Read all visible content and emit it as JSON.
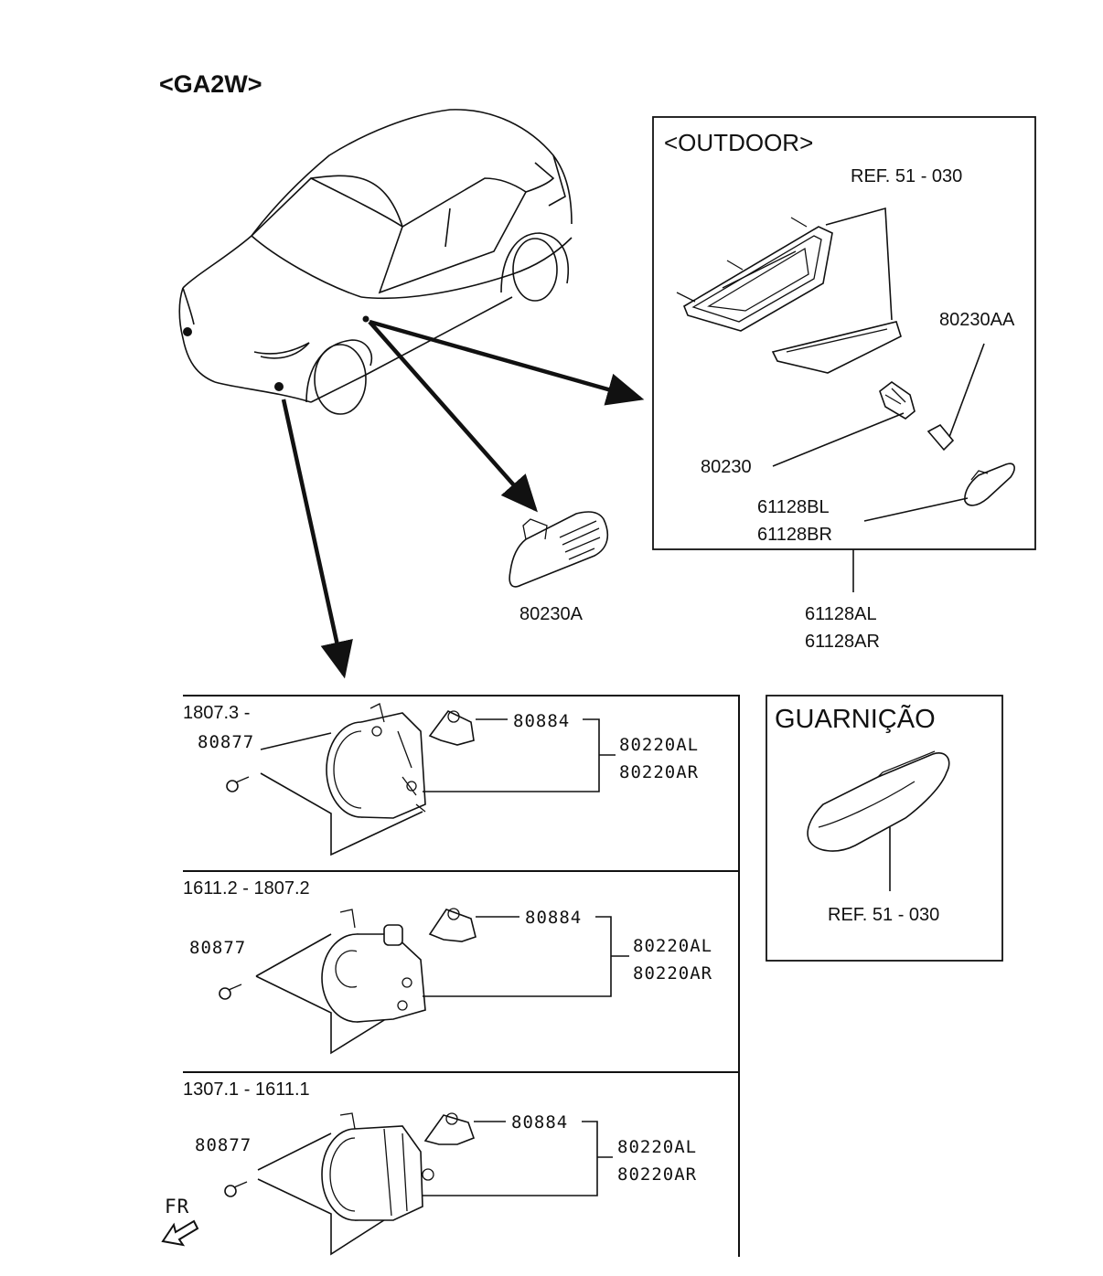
{
  "model_label": "<GA2W>",
  "outdoor": {
    "title": "<OUTDOOR>",
    "ref": "REF. 51 - 030",
    "bulb_socket": "80230AA",
    "bulb": "80230",
    "lens_l": "61128BL",
    "lens_r": "61128BR"
  },
  "side_marker": {
    "part": "80230A"
  },
  "assembly": {
    "left": "61128AL",
    "right": "61128AR"
  },
  "trim": {
    "title": "GUARNIÇÃO",
    "ref": "REF. 51 - 030"
  },
  "fog_sections": [
    {
      "range": "1807.3 -",
      "screw": "80877",
      "bulb": "80884",
      "lamp_l": "80220AL",
      "lamp_r": "80220AR"
    },
    {
      "range": "1611.2 - 1807.2",
      "screw": "80877",
      "bulb": "80884",
      "lamp_l": "80220AL",
      "lamp_r": "80220AR"
    },
    {
      "range": "1307.1 - 1611.1",
      "screw": "80877",
      "bulb": "80884",
      "lamp_l": "80220AL",
      "lamp_r": "80220AR"
    }
  ],
  "fr_label": "FR"
}
